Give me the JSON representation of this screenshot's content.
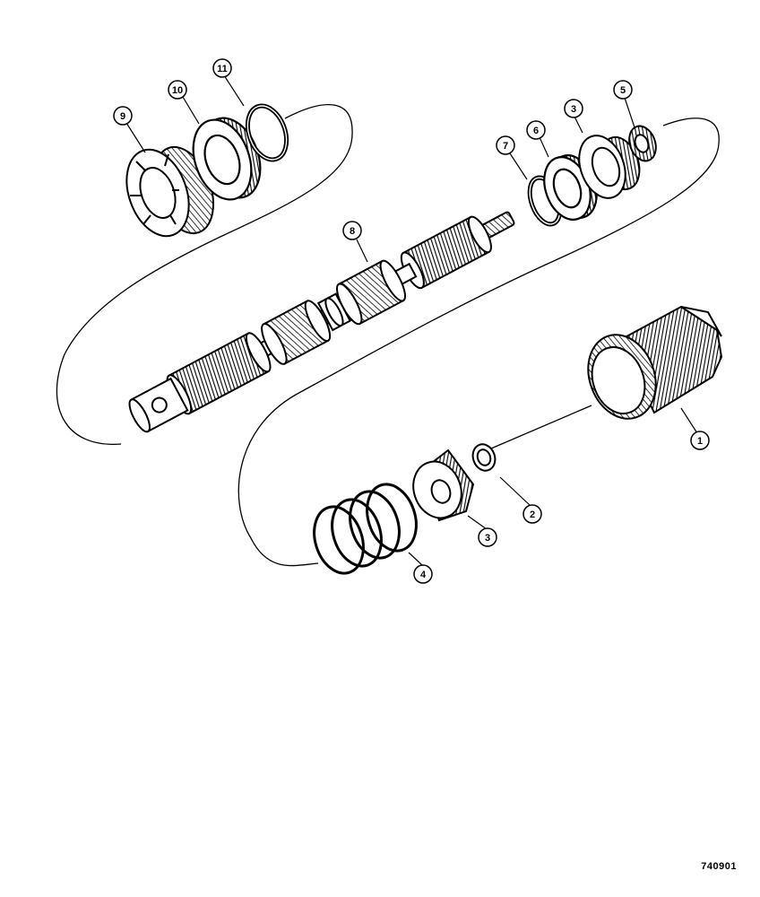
{
  "figure_code": "740901",
  "callouts": {
    "c1": "1",
    "c2": "2",
    "c3_top": "3",
    "c3_bottom": "3",
    "c4": "4",
    "c5": "5",
    "c6": "6",
    "c7": "7",
    "c8": "8",
    "c9": "9",
    "c10": "10",
    "c11": "11"
  }
}
